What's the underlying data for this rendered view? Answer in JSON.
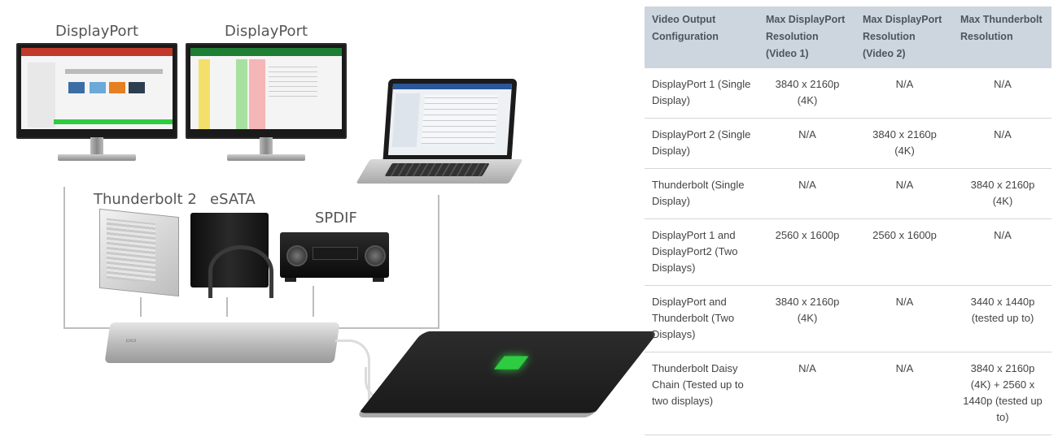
{
  "illustration": {
    "labels": {
      "displayport_left": "DisplayPort",
      "displayport_right": "DisplayPort",
      "thunderbolt2": "Thunderbolt 2",
      "esata": "eSATA",
      "spdif": "SPDIF"
    },
    "accent_color": "#2ecc40"
  },
  "table": {
    "headers": [
      "Video Output Configuration",
      "Max DisplayPort Resolution (Video 1)",
      "Max DisplayPort Resolution (Video 2)",
      "Max Thunderbolt Resolution"
    ],
    "rows": [
      {
        "config": "DisplayPort 1 (Single Display)",
        "dp1": "3840 x 2160p (4K)",
        "dp2": "N/A",
        "tb": "N/A"
      },
      {
        "config": "DisplayPort 2 (Single Display)",
        "dp1": "N/A",
        "dp2": "3840 x 2160p (4K)",
        "tb": "N/A"
      },
      {
        "config": "Thunderbolt (Single Display)",
        "dp1": "N/A",
        "dp2": "N/A",
        "tb": "3840 x 2160p (4K)"
      },
      {
        "config": "DisplayPort 1 and DisplayPort2 (Two Displays)",
        "dp1": "2560 x 1600p",
        "dp2": "2560 x 1600p",
        "tb": "N/A"
      },
      {
        "config": "DisplayPort and Thunderbolt (Two Displays)",
        "dp1": "3840 x 2160p (4K)",
        "dp2": "N/A",
        "tb": "3440 x 1440p (tested up to)"
      },
      {
        "config": "Thunderbolt Daisy Chain (Tested up to two displays)",
        "dp1": "N/A",
        "dp2": "N/A",
        "tb": "3840 x 2160p (4K) + 2560 x 1440p (tested up to)"
      }
    ]
  }
}
